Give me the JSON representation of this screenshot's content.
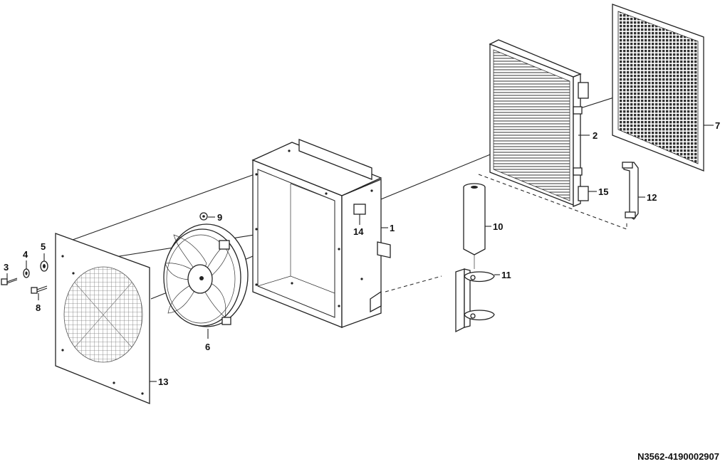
{
  "callouts": [
    {
      "id": "c1",
      "text": "1"
    },
    {
      "id": "c2",
      "text": "2"
    },
    {
      "id": "c3",
      "text": "3"
    },
    {
      "id": "c4",
      "text": "4"
    },
    {
      "id": "c5",
      "text": "5"
    },
    {
      "id": "c6",
      "text": "6"
    },
    {
      "id": "c7",
      "text": "7"
    },
    {
      "id": "c8",
      "text": "8"
    },
    {
      "id": "c9",
      "text": "9"
    },
    {
      "id": "c10",
      "text": "10"
    },
    {
      "id": "c11",
      "text": "11"
    },
    {
      "id": "c12",
      "text": "12"
    },
    {
      "id": "c13",
      "text": "13"
    },
    {
      "id": "c14",
      "text": "14"
    },
    {
      "id": "c15",
      "text": "15"
    }
  ],
  "reference_code": "N3562-4190002907"
}
